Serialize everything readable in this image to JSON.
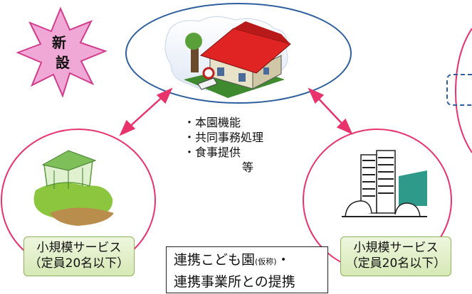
{
  "badge": {
    "char1": "新",
    "char2": "設"
  },
  "center": {
    "functions": [
      "・本園機能",
      "・共同事務処理",
      "・食事提供"
    ],
    "functions_suffix": "等"
  },
  "left_service": {
    "line1": "小規模サービス",
    "line2": "（定員20名以下）"
  },
  "right_service": {
    "line1": "小規模サービス",
    "line2": "（定員20名以下）"
  },
  "note": {
    "line1_main": "連携こども園",
    "line1_small": "(仮称)",
    "line1_bullet": "・",
    "line2": "連携事業所との提携"
  },
  "colors": {
    "ellipse_blue": "#2f5f9f",
    "circle_pink": "#e8336d",
    "arrow_pink": "#e8336d",
    "burst_fill": "#f0a8d6",
    "burst_stroke": "#d23c8c",
    "label_border": "#8fb35a"
  }
}
